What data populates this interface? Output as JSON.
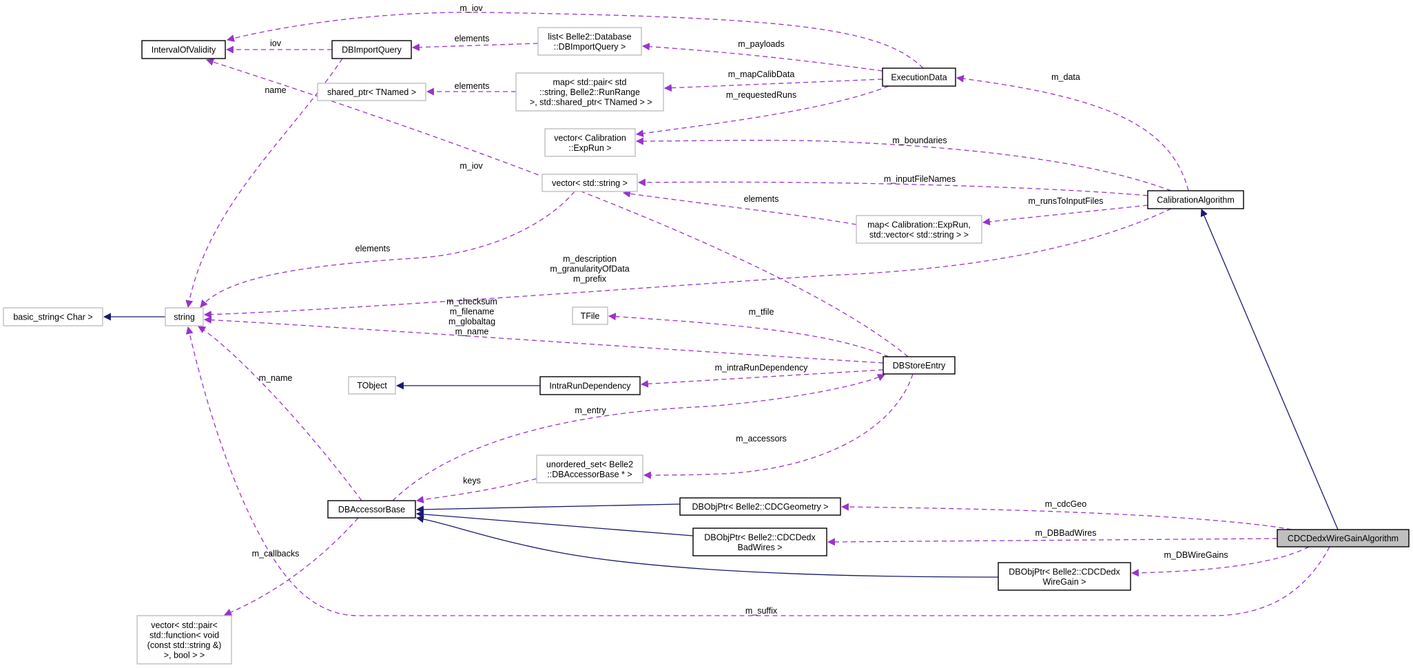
{
  "nodes": {
    "iov": {
      "lines": [
        "IntervalOfValidity"
      ]
    },
    "dbimport": {
      "lines": [
        "DBImportQuery"
      ]
    },
    "listdb": {
      "lines": [
        "list< Belle2::Database",
        "::DBImportQuery >"
      ]
    },
    "sharedptr": {
      "lines": [
        "shared_ptr< TNamed >"
      ]
    },
    "mappair": {
      "lines": [
        "map< std::pair< std",
        "::string, Belle2::RunRange",
        " >, std::shared_ptr< TNamed > >"
      ]
    },
    "vecexprun": {
      "lines": [
        "vector< Calibration",
        "::ExpRun >"
      ]
    },
    "vecstring": {
      "lines": [
        "vector< std::string >"
      ]
    },
    "basicstring": {
      "lines": [
        "basic_string< Char >"
      ]
    },
    "string": {
      "lines": [
        "string"
      ]
    },
    "tfile": {
      "lines": [
        "TFile"
      ]
    },
    "execdata": {
      "lines": [
        "ExecutionData"
      ]
    },
    "calibalg": {
      "lines": [
        "CalibrationAlgorithm"
      ]
    },
    "mapexprun": {
      "lines": [
        "map< Calibration::ExpRun,",
        "std::vector< std::string > >"
      ]
    },
    "tobject": {
      "lines": [
        "TObject"
      ]
    },
    "intrarun": {
      "lines": [
        "IntraRunDependency"
      ]
    },
    "unordset": {
      "lines": [
        "unordered_set< Belle2",
        "::DBAccessorBase * >"
      ]
    },
    "dbaccessor": {
      "lines": [
        "DBAccessorBase"
      ]
    },
    "veccallbacks": {
      "lines": [
        "vector< std::pair<",
        "std::function< void",
        "(const std::string &)",
        ">, bool > >"
      ]
    },
    "dbstore": {
      "lines": [
        "DBStoreEntry"
      ]
    },
    "cdcgeo": {
      "lines": [
        "DBObjPtr< Belle2::CDCGeometry >"
      ]
    },
    "badwires": {
      "lines": [
        "DBObjPtr< Belle2::CDCDedx",
        "BadWires >"
      ]
    },
    "wiregain": {
      "lines": [
        "DBObjPtr< Belle2::CDCDedx",
        "WireGain >"
      ]
    },
    "cdcdedx": {
      "lines": [
        "CDCDedxWireGainAlgorithm"
      ]
    }
  },
  "edges": {
    "e1": {
      "lines": [
        "m_iov"
      ]
    },
    "e2": {
      "lines": [
        "iov"
      ]
    },
    "e3": {
      "lines": [
        "elements"
      ]
    },
    "e4": {
      "lines": [
        "m_payloads"
      ]
    },
    "e5": {
      "lines": [
        "m_mapCalibData"
      ]
    },
    "e6": {
      "lines": [
        "m_requestedRuns"
      ]
    },
    "e7": {
      "lines": [
        "elements"
      ]
    },
    "e8": {
      "lines": [
        "m_boundaries"
      ]
    },
    "e9": {
      "lines": [
        "m_inputFileNames"
      ]
    },
    "e10": {
      "lines": [
        "elements"
      ]
    },
    "e11": {
      "lines": [
        "m_data"
      ]
    },
    "e12": {
      "lines": [
        "m_runsToInputFiles"
      ]
    },
    "e13": {
      "lines": [
        "m_description",
        "m_granularityOfData",
        "m_prefix"
      ]
    },
    "e14": {
      "lines": [
        "elements"
      ]
    },
    "e15": {
      "lines": [
        "name"
      ]
    },
    "e16": {
      "lines": [
        "m_iov"
      ]
    },
    "e17": {
      "lines": [
        "m_checksum",
        "m_filename",
        "m_globaltag",
        "m_name"
      ]
    },
    "e18": {
      "lines": [
        "m_tfile"
      ]
    },
    "e19": {
      "lines": [
        "m_intraRunDependency"
      ]
    },
    "e20": {
      "lines": [
        "m_entry"
      ]
    },
    "e21": {
      "lines": [
        "m_accessors"
      ]
    },
    "e22": {
      "lines": [
        "keys"
      ]
    },
    "e23": {
      "lines": [
        "m_name"
      ]
    },
    "e24": {
      "lines": [
        "m_callbacks"
      ]
    },
    "e25": {
      "lines": [
        "m_suffix"
      ]
    },
    "e26": {
      "lines": [
        "m_cdcGeo"
      ]
    },
    "e27": {
      "lines": [
        "m_DBBadWires"
      ]
    },
    "e28": {
      "lines": [
        "m_DBWireGains"
      ]
    }
  },
  "colors": {
    "usage_edge": "#9a32cd",
    "inheritance_edge": "#191970",
    "focus_fill": "#bfbfbf"
  }
}
